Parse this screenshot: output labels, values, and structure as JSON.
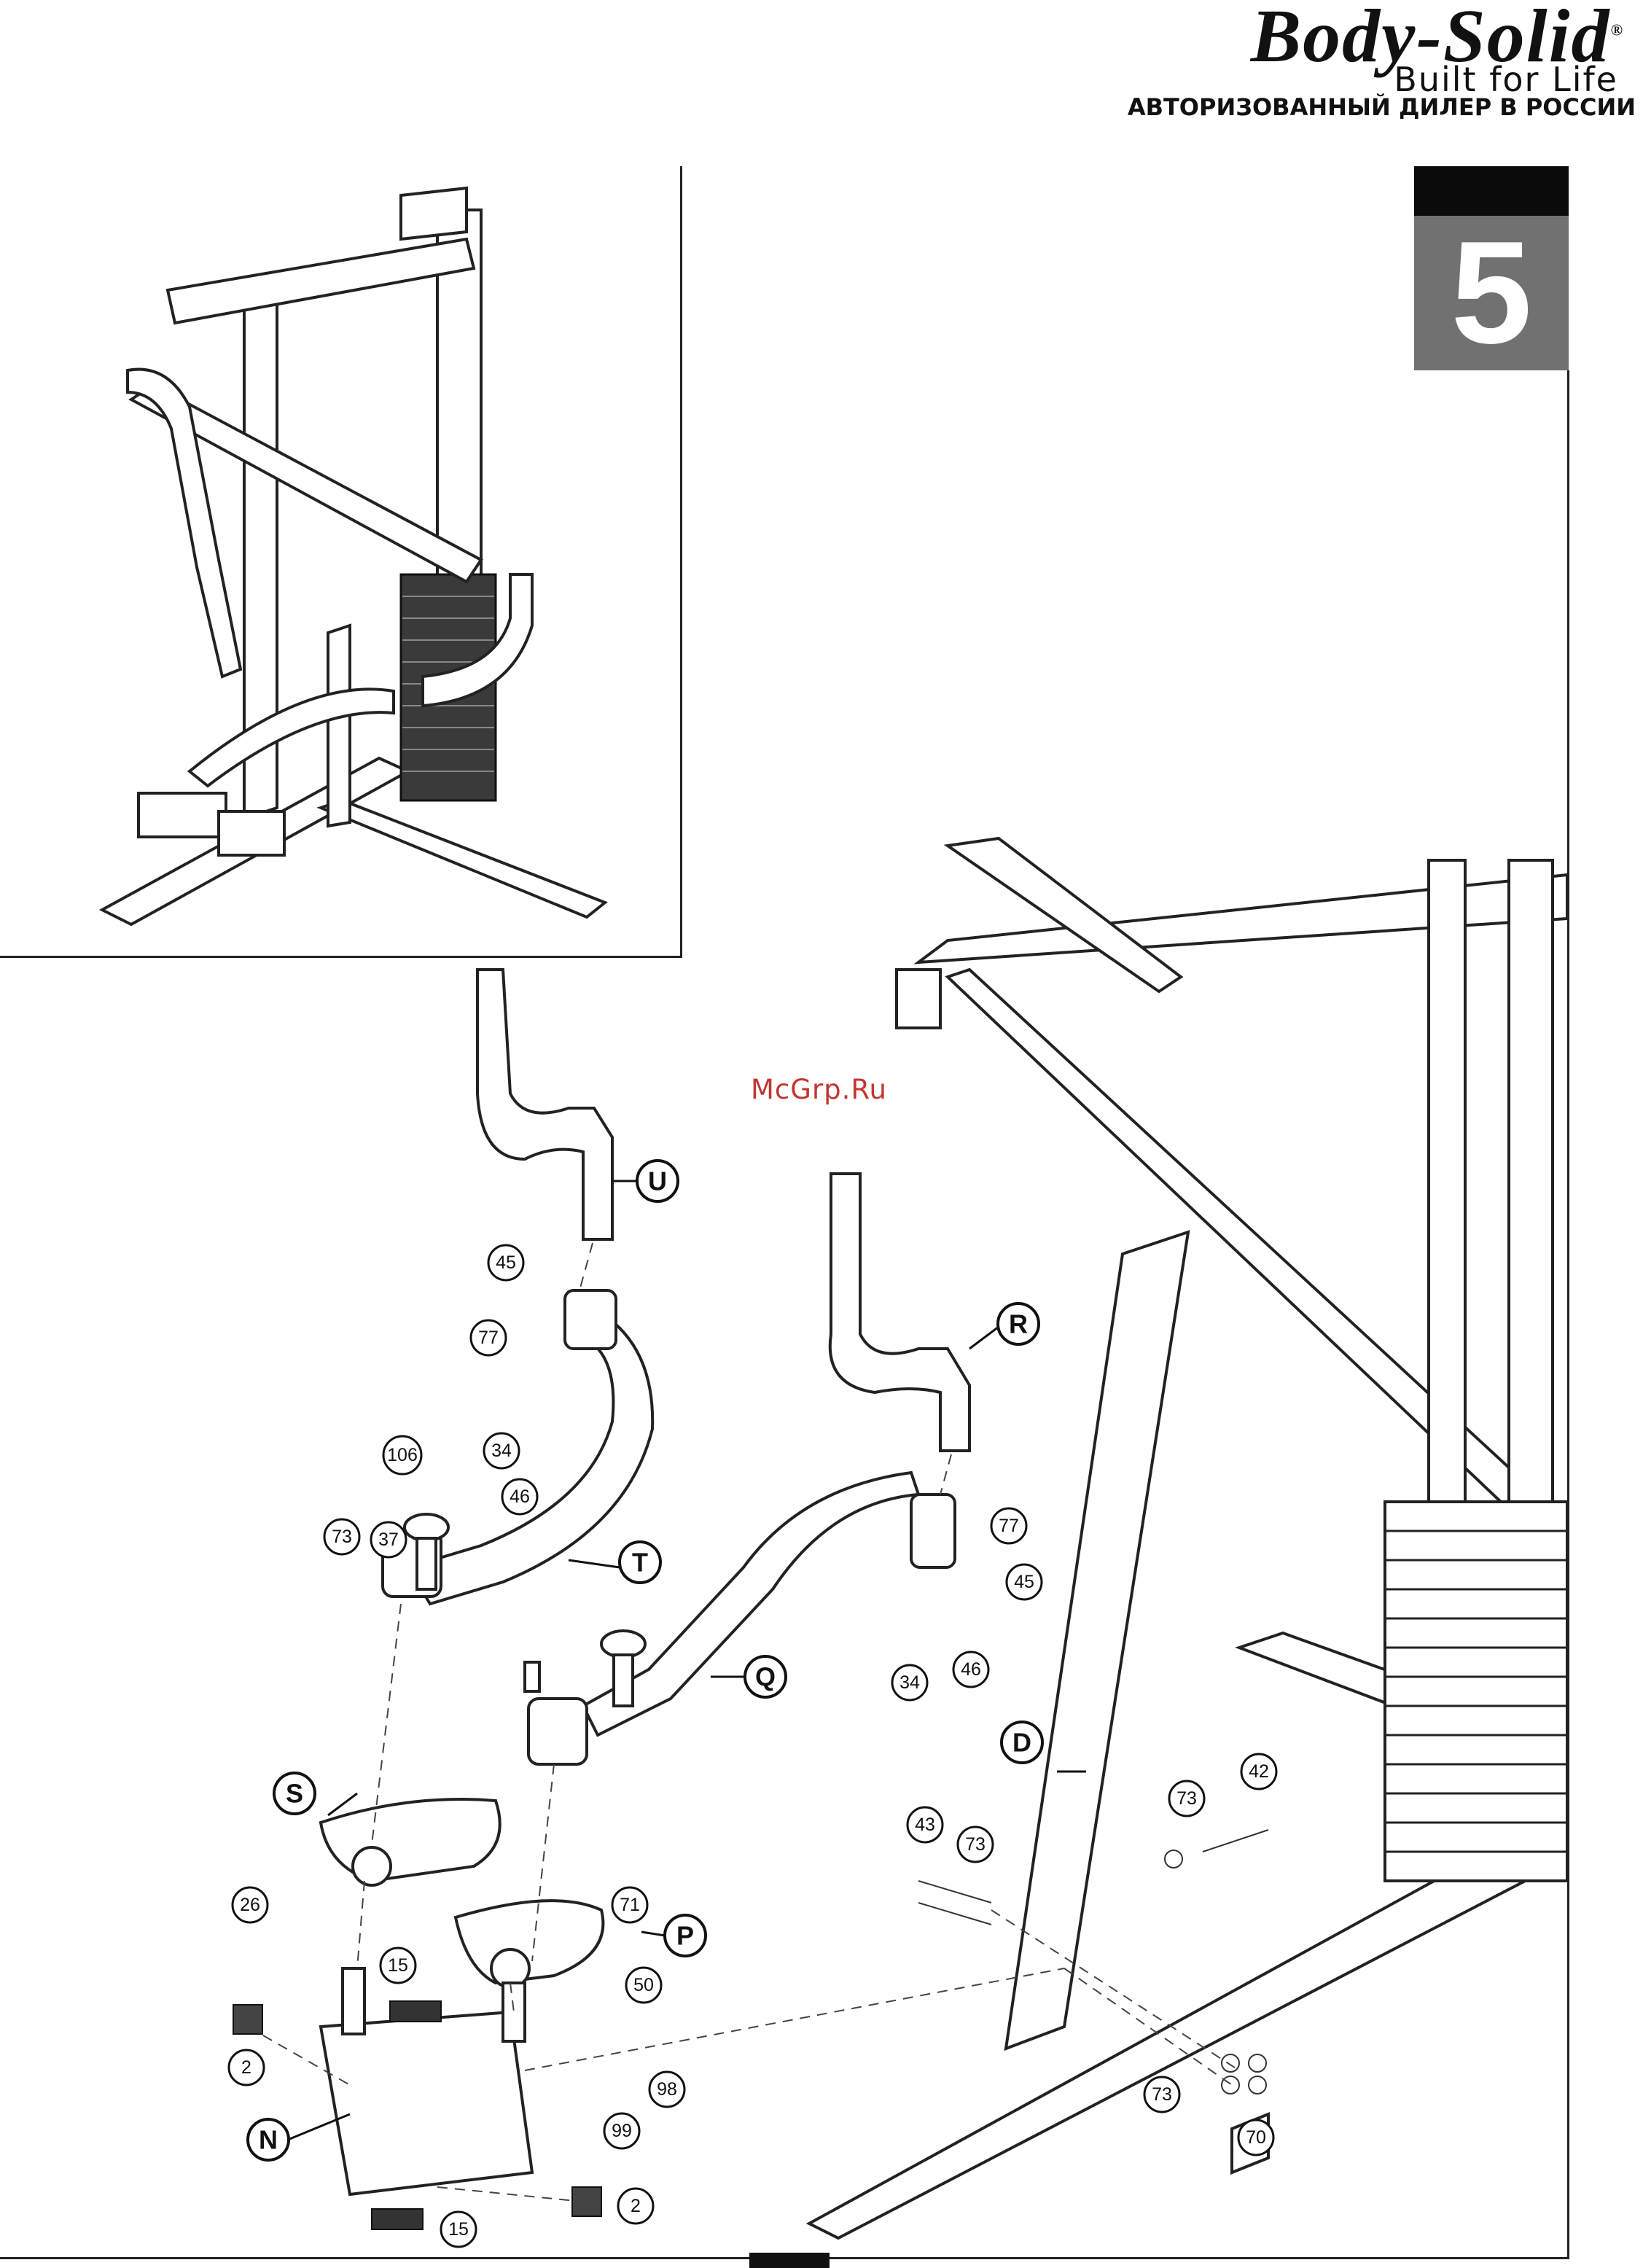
{
  "header": {
    "brand_logo": "Body-Solid",
    "reg_mark": "®",
    "tagline": "Built for Life",
    "dealer_text": "АВТОРИЗОВАННЫЙ ДИЛЕР В РОССИИ"
  },
  "step": {
    "number": "5"
  },
  "watermark": "McGrp.Ru",
  "callouts": [
    {
      "id": "U",
      "label": "U"
    },
    {
      "id": "R",
      "label": "R"
    },
    {
      "id": "T",
      "label": "T"
    },
    {
      "id": "Q",
      "label": "Q"
    },
    {
      "id": "S",
      "label": "S"
    },
    {
      "id": "P",
      "label": "P"
    },
    {
      "id": "N",
      "label": "N"
    },
    {
      "id": "D",
      "label": "D"
    },
    {
      "id": "c45a",
      "label": "45"
    },
    {
      "id": "c77a",
      "label": "77"
    },
    {
      "id": "c34a",
      "label": "34"
    },
    {
      "id": "c46a",
      "label": "46"
    },
    {
      "id": "c106",
      "label": "106"
    },
    {
      "id": "c73a",
      "label": "73"
    },
    {
      "id": "c37",
      "label": "37"
    },
    {
      "id": "c77b",
      "label": "77"
    },
    {
      "id": "c45b",
      "label": "45"
    },
    {
      "id": "c34b",
      "label": "34"
    },
    {
      "id": "c46b",
      "label": "46"
    },
    {
      "id": "c26",
      "label": "26"
    },
    {
      "id": "c15a",
      "label": "15"
    },
    {
      "id": "c71",
      "label": "71"
    },
    {
      "id": "c50",
      "label": "50"
    },
    {
      "id": "c2a",
      "label": "2"
    },
    {
      "id": "c98",
      "label": "98"
    },
    {
      "id": "c99",
      "label": "99"
    },
    {
      "id": "c15b",
      "label": "15"
    },
    {
      "id": "c2b",
      "label": "2"
    },
    {
      "id": "c43",
      "label": "43"
    },
    {
      "id": "c73b",
      "label": "73"
    },
    {
      "id": "c73c",
      "label": "73"
    },
    {
      "id": "c42",
      "label": "42"
    },
    {
      "id": "c73d",
      "label": "73"
    },
    {
      "id": "c70",
      "label": "70"
    }
  ]
}
